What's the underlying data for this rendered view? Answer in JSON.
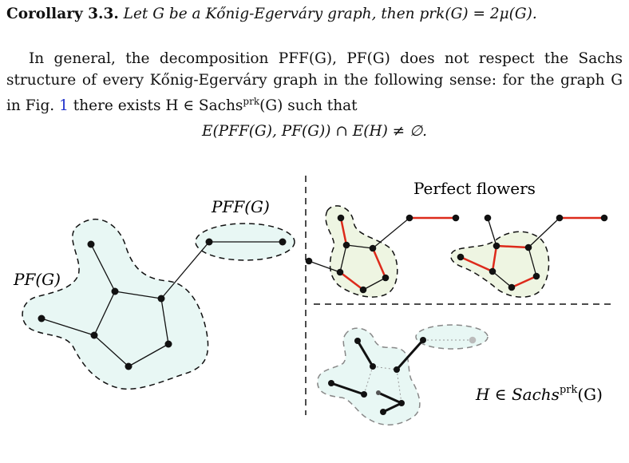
{
  "corollary": {
    "head": "Corollary 3.3.",
    "statement": "Let G be a Kőnig-Egerváry graph, then prk(G) = 2μ(G)."
  },
  "paragraph": {
    "part1": "In general, the decomposition PFF(G), PF(G) does not respect the Sachs structure of every Kőnig-Egerváry graph in the following sense: for the graph G in Fig.",
    "fig_ref": "1",
    "part2": "there exists H ∈ Sachs",
    "superscript": "prk",
    "part3": "(G) such that"
  },
  "formula": "E(PFF(G), PF(G)) ∩ E(H) ≠ ∅.",
  "figure": {
    "label_pff": "PFF(G)",
    "label_pf": "PF(G)",
    "label_perfect_flowers": "Perfect flowers",
    "label_h_prefix": "H ∈ Sachs",
    "label_h_sup": "prk",
    "label_h_suffix": "(G)",
    "colors": {
      "region_fill": "#e8f7f4",
      "flower_fill": "#eef5e2",
      "matching_edge": "#dd2a1b",
      "dashed_outline": "#111111",
      "sachs_outline": "#888888",
      "faded_vertex": "#bbbbbb"
    }
  }
}
